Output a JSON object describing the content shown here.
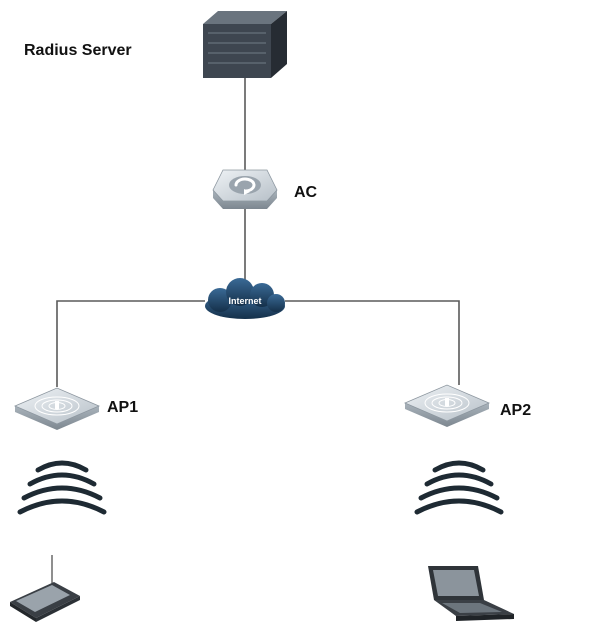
{
  "nodes": {
    "radius_server": {
      "label": "Radius Server"
    },
    "ac": {
      "label": "AC"
    },
    "internet": {
      "label": "Internet"
    },
    "ap1": {
      "label": "AP1"
    },
    "ap2": {
      "label": "AP2"
    }
  },
  "colors": {
    "line": "#5a5a5a",
    "server": "#3e4650",
    "device_metal": "#c9d1d9",
    "cloud": "#1f3d5c",
    "wifi": "#1e2a33"
  }
}
